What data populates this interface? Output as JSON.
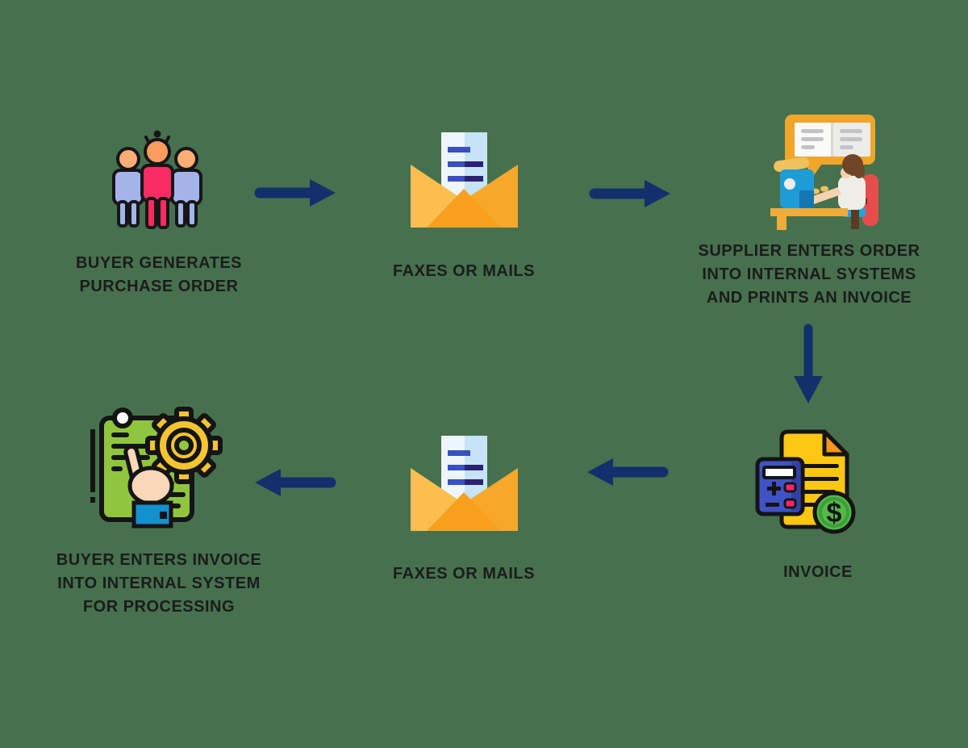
{
  "diagram": {
    "description": "Manual purchase-order and invoice exchange process flow",
    "palette": {
      "background": "#47714E",
      "arrow": "#12306B",
      "text": "#1B1B1B",
      "envelope_orange": "#F8A72A",
      "envelope_light": "#FBBE4F",
      "document_yellow": "#FDC713",
      "document_green": "#90C53E",
      "gear_yellow": "#F4C431",
      "calculator_blue": "#4053C6",
      "coin_green": "#53B948",
      "accent_pink": "#FA2A62",
      "people_blue": "#A4B4EB",
      "chair_red": "#E64C4C",
      "machine_blue": "#1E9CD7",
      "desk_orange": "#EFAC38"
    },
    "steps": [
      {
        "id": "buyer-po",
        "icon": "buyers-group-icon",
        "lines": [
          "BUYER GENERATES",
          "PURCHASE ORDER"
        ]
      },
      {
        "id": "fax-mail-top",
        "icon": "envelope-letter-icon",
        "lines": [
          "FAXES OR MAILS"
        ]
      },
      {
        "id": "supplier-enters",
        "icon": "supplier-at-desk-icon",
        "lines": [
          "SUPPLIER ENTERS ORDER",
          "INTO INTERNAL SYSTEMS",
          "AND PRINTS AN INVOICE"
        ]
      },
      {
        "id": "invoice",
        "icon": "invoice-calculator-icon",
        "lines": [
          "INVOICE"
        ]
      },
      {
        "id": "fax-mail-bottom",
        "icon": "envelope-letter-icon",
        "lines": [
          "FAXES OR MAILS"
        ]
      },
      {
        "id": "buyer-processes",
        "icon": "document-gear-hand-icon",
        "lines": [
          "BUYER ENTERS INVOICE",
          "INTO INTERNAL SYSTEM",
          "FOR PROCESSING"
        ]
      }
    ],
    "connectors": [
      {
        "from": "buyer-po",
        "to": "fax-mail-top",
        "direction": "right"
      },
      {
        "from": "fax-mail-top",
        "to": "supplier-enters",
        "direction": "right"
      },
      {
        "from": "supplier-enters",
        "to": "invoice",
        "direction": "down"
      },
      {
        "from": "invoice",
        "to": "fax-mail-bottom",
        "direction": "left"
      },
      {
        "from": "fax-mail-bottom",
        "to": "buyer-processes",
        "direction": "left"
      }
    ]
  }
}
